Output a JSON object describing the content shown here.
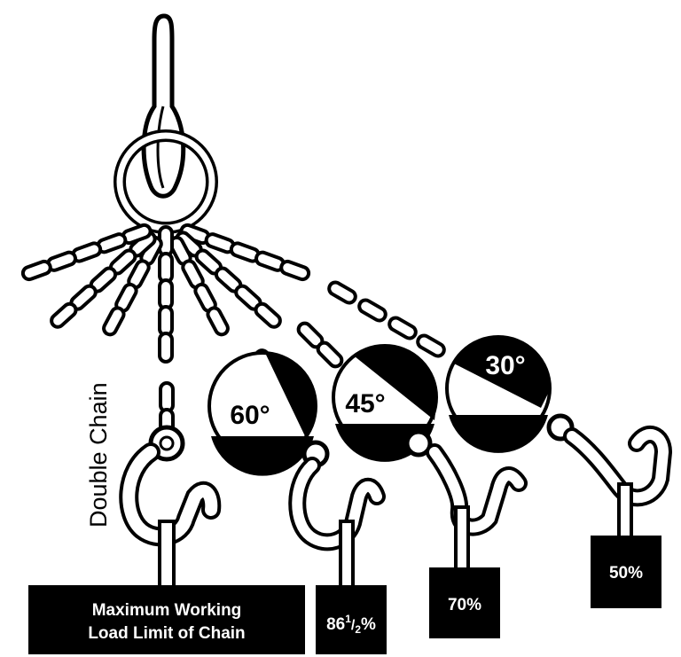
{
  "vertical_label": "Double Chain",
  "angles": [
    {
      "label": "60°",
      "load_label": "86",
      "load_fraction_num": "1",
      "load_fraction_den": "2",
      "load_suffix": "%"
    },
    {
      "label": "45°",
      "load_label": "70%"
    },
    {
      "label": "30°",
      "load_label": "50%"
    }
  ],
  "main_box": {
    "line1": "Maximum Working",
    "line2": "Load Limit of Chain"
  },
  "colors": {
    "ink": "#000000",
    "paper": "#ffffff",
    "chain": "#d8d8d8"
  }
}
